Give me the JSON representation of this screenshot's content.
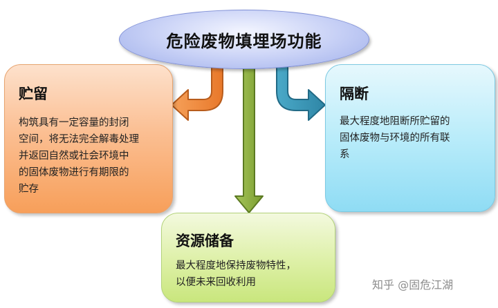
{
  "title": "危险废物填埋场功能",
  "nodes": {
    "left": {
      "title": "贮留",
      "lines": [
        "构筑具有一定容量的封闭",
        "空间，将无法完全解毒处理",
        "并返回自然或社会环境中",
        "的固体废物进行有期限的",
        "贮存"
      ],
      "color": "#f9a86a"
    },
    "right": {
      "title": "隔断",
      "lines": [
        "最大程度地阻断所贮留的",
        "固体废物与环境的所有联",
        "系"
      ],
      "color": "#a5e4f7"
    },
    "bottom": {
      "title": "资源储备",
      "lines": [
        "最大程度地保持废物特性，",
        "以便未来回收利用"
      ],
      "color": "#d7ee9a"
    }
  },
  "arrows": {
    "left_color": "#f08a3c",
    "middle_color": "#8aac3b",
    "right_color": "#3f9cbc"
  },
  "watermark": "知乎 @固危江湖"
}
